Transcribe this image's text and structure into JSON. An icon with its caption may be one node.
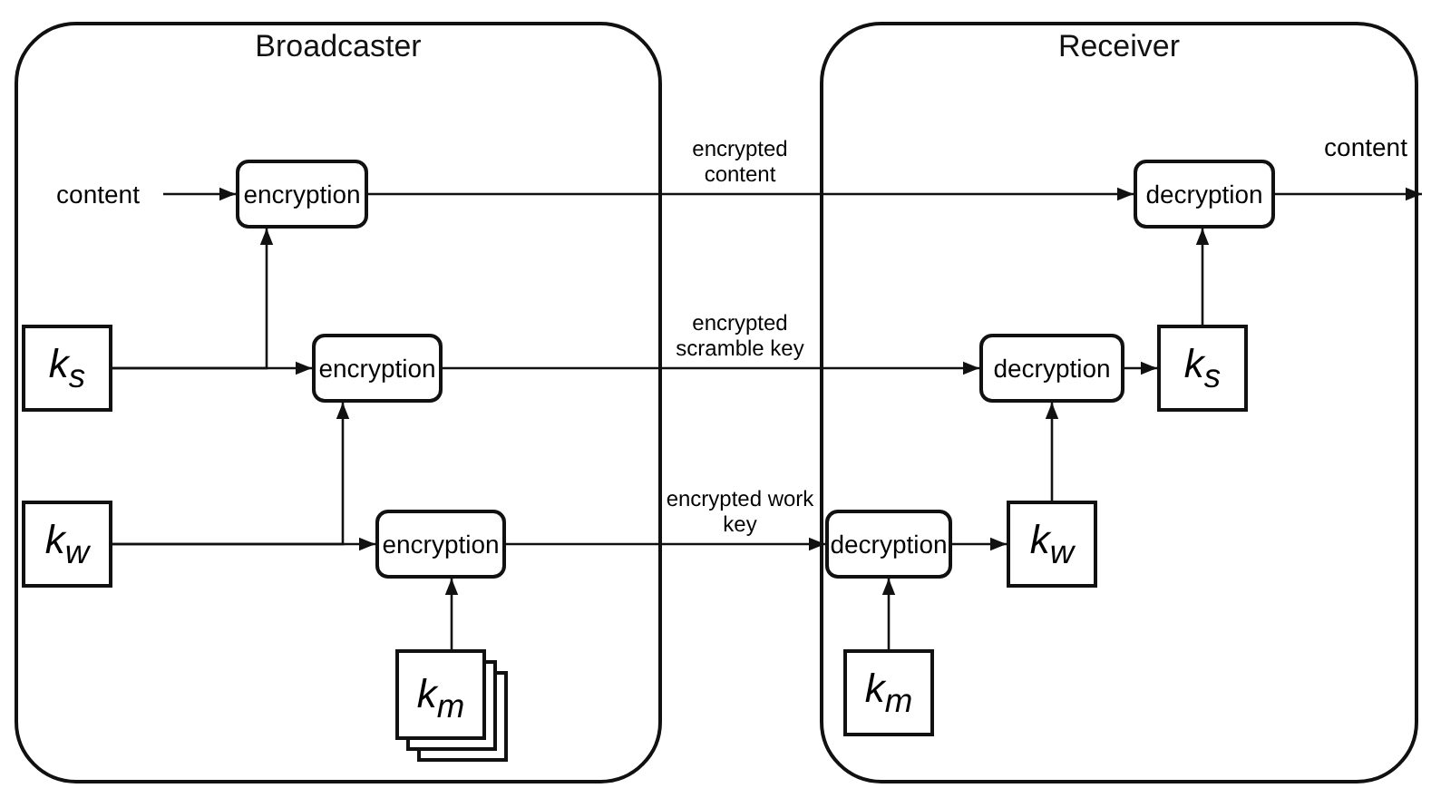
{
  "diagram": {
    "nodes": [
      {
        "text": [
          "Broadcaster"
        ]
      },
      {
        "text": [
          "Receiver"
        ]
      },
      {
        "text": [
          "content"
        ],
        "in": 0
      },
      {
        "text": [
          "encryption"
        ],
        "in": 0
      },
      {
        "text": [
          "k$_{s}$"
        ],
        "in": 0
      },
      {
        "text": [
          "encryption"
        ],
        "in": 0
      },
      {
        "text": [
          "k$_{w}$"
        ],
        "in": 0
      },
      {
        "text": [
          "encryption"
        ],
        "in": 0
      },
      {
        "text": [
          "k$_{m}$"
        ],
        "in": 0
      },
      {
        "text": [
          "decryption"
        ],
        "in": 1
      },
      {
        "text": [
          "decryption"
        ],
        "in": 1
      },
      {
        "text": [
          "k$_{s}$"
        ],
        "in": 1
      },
      {
        "text": [
          "decryption"
        ],
        "in": 1
      },
      {
        "text": [
          "k$_{w}$"
        ],
        "in": 1
      },
      {
        "text": [
          "k$_{m}$"
        ],
        "in": 1
      }
    ],
    "edges": [
      {
        "from": 2,
        "to": 3,
        "arrow": "to"
      },
      {
        "from": 3,
        "to": 9,
        "arrow": "to",
        "label": "encrypted content"
      },
      {
        "from": 4,
        "to": 3,
        "arrow": "to"
      },
      {
        "from": 4,
        "to": 5,
        "arrow": "to"
      },
      {
        "from": 6,
        "to": 5,
        "arrow": "to"
      },
      {
        "from": 6,
        "to": 7,
        "arrow": "to"
      },
      {
        "from": 8,
        "to": 7,
        "arrow": "to"
      },
      {
        "from": 5,
        "to": 10,
        "arrow": "to",
        "label": "encrypted scramble key"
      },
      {
        "from": 7,
        "to": 12,
        "arrow": "to",
        "label": "encrypted work key"
      },
      {
        "from": 14,
        "to": 12,
        "arrow": "to"
      },
      {
        "from": 12,
        "to": 13,
        "arrow": "to"
      },
      {
        "from": 13,
        "to": 10,
        "arrow": "to"
      },
      {
        "from": 10,
        "to": 11,
        "arrow": "to"
      },
      {
        "from": 11,
        "to": 9,
        "arrow": "to"
      },
      {
        "from": 9,
        "to": null,
        "arrow": "to",
        "label": "content"
      }
    ]
  }
}
